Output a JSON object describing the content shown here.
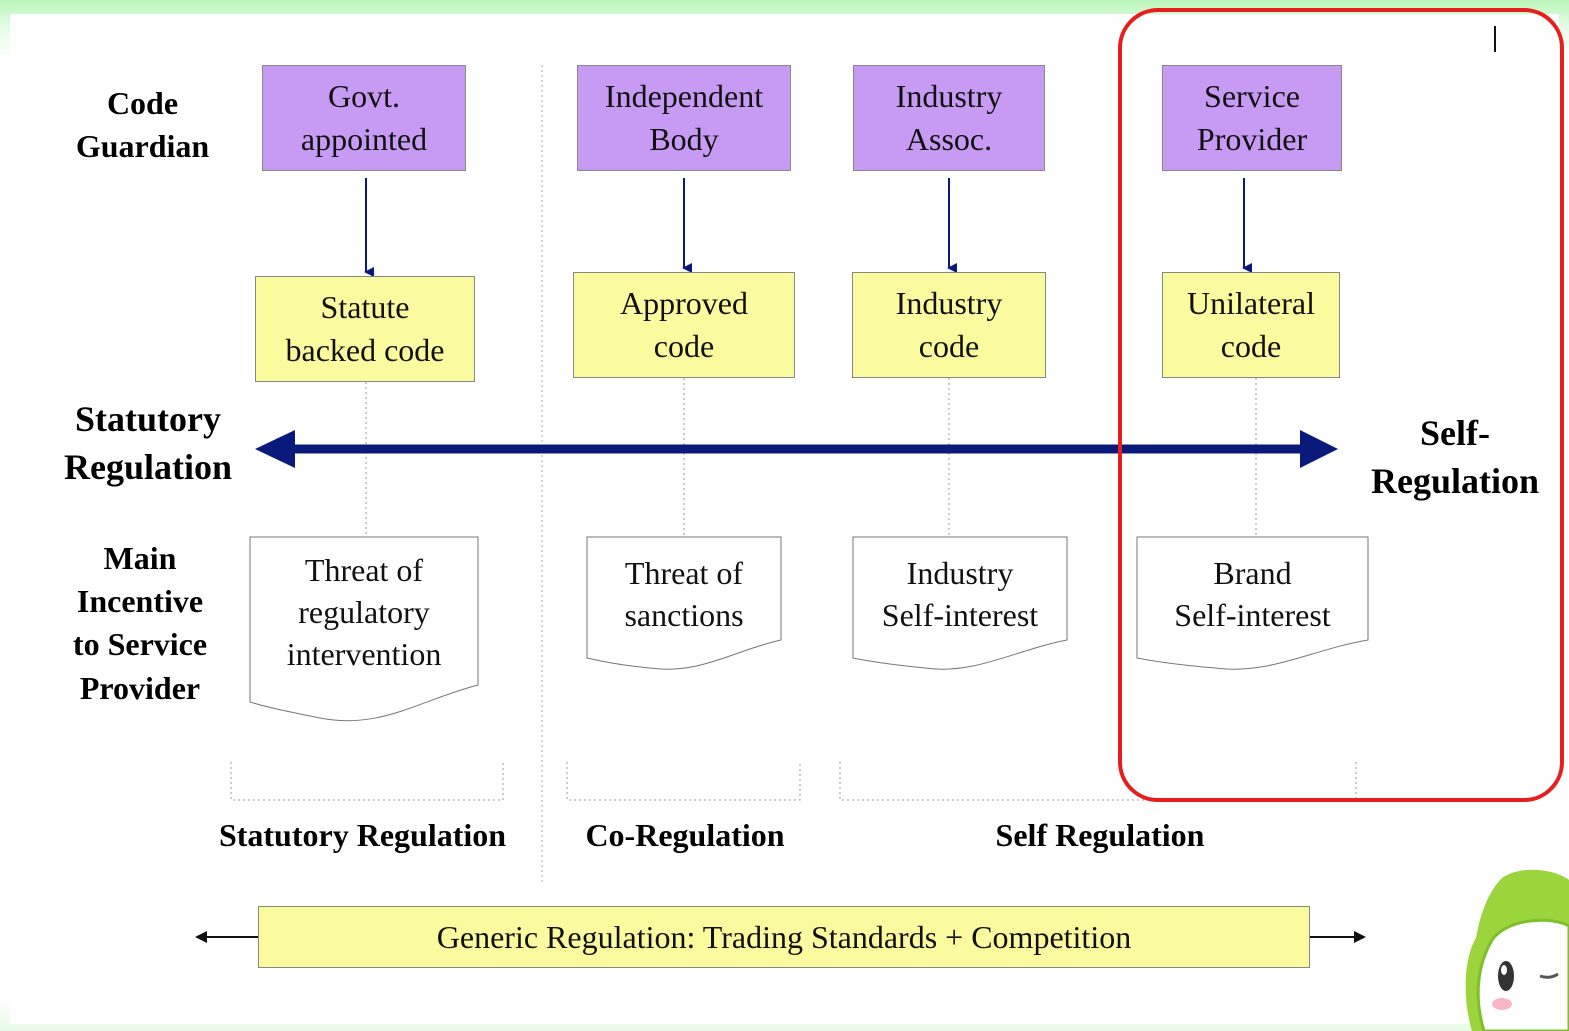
{
  "row_labels": {
    "code_guardian": [
      "Code",
      "Guardian"
    ],
    "statutory_regulation": [
      "Statutory",
      "Regulation"
    ],
    "self_regulation": [
      "Self-",
      "Regulation"
    ],
    "main_incentive": [
      "Main",
      "Incentive",
      "to Service",
      "Provider"
    ]
  },
  "columns": [
    {
      "guardian": [
        "Govt.",
        "appointed"
      ],
      "code": [
        "Statute",
        "backed code"
      ],
      "incentive": [
        "Threat of",
        "regulatory",
        "intervention"
      ]
    },
    {
      "guardian": [
        "Independent",
        "Body"
      ],
      "code": [
        "Approved",
        "code"
      ],
      "incentive": [
        "Threat of",
        "sanctions"
      ]
    },
    {
      "guardian": [
        "Industry",
        "Assoc."
      ],
      "code": [
        "Industry",
        "code"
      ],
      "incentive": [
        "Industry",
        "Self-interest"
      ]
    },
    {
      "guardian": [
        "Service",
        "Provider"
      ],
      "code": [
        "Unilateral",
        "code"
      ],
      "incentive": [
        "Brand",
        "Self-interest"
      ]
    }
  ],
  "group_labels": [
    "Statutory Regulation",
    "Co-Regulation",
    "Self Regulation"
  ],
  "banner": "Generic Regulation: Trading Standards + Competition",
  "colors": {
    "guardian_fill": "#c79af3",
    "code_fill": "#fafa9e",
    "arrow": "#0a1a7a",
    "highlight": "#e81e1e",
    "background": "#c9f7c9"
  },
  "icons": {
    "highlight": "rounded-rectangle-outline",
    "mascot": "green-cartoon-mascot"
  }
}
